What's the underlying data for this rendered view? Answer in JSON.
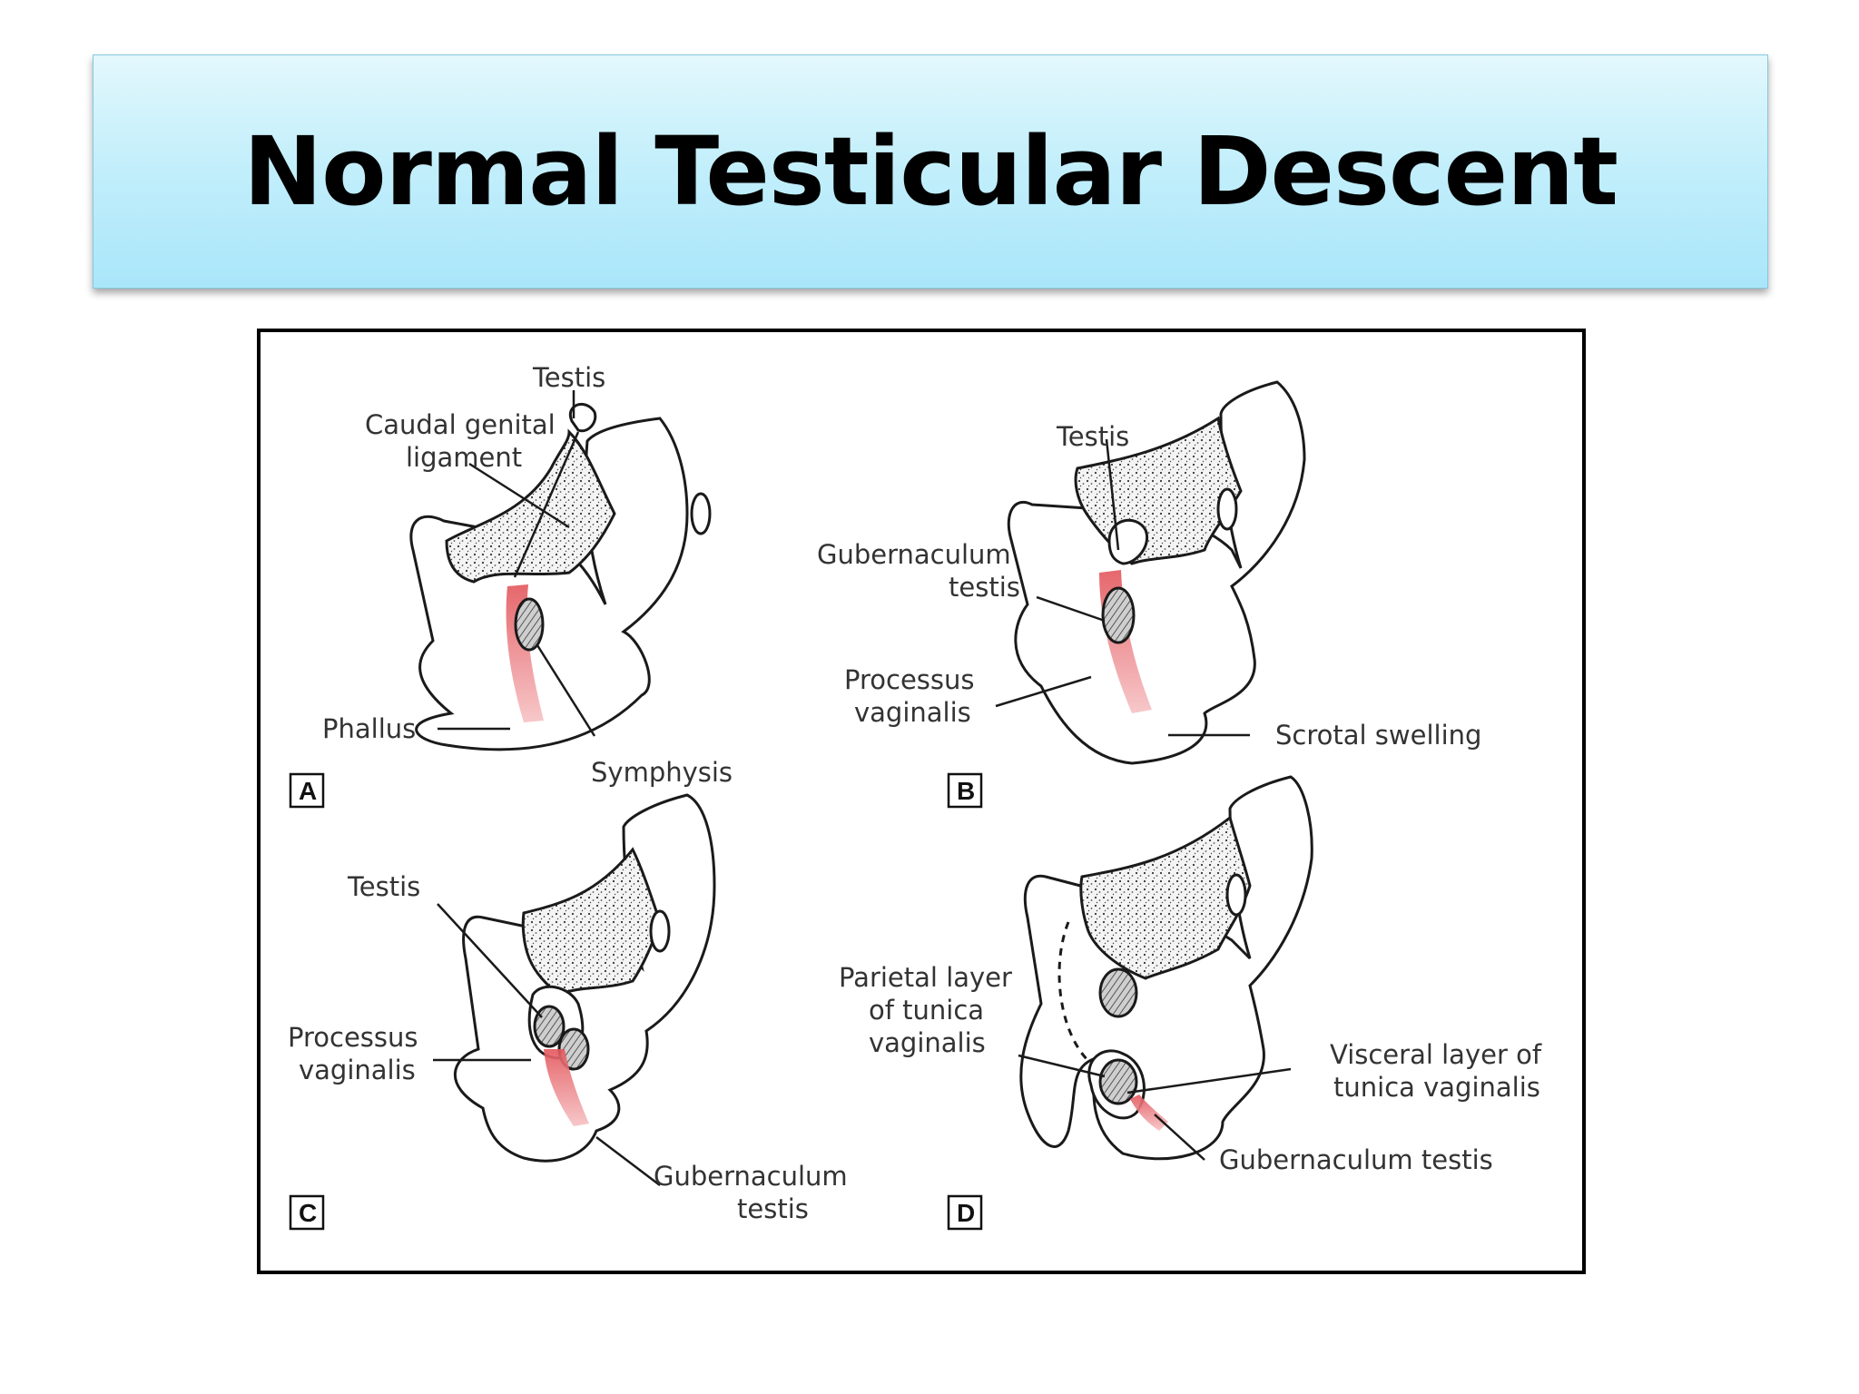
{
  "slide": {
    "title": "Normal Testicular Descent"
  },
  "figure": {
    "panel_a": {
      "letter": "A",
      "labels": {
        "testis": "Testis",
        "caudal_1": "Caudal genital",
        "caudal_2": "ligament",
        "phallus": "Phallus",
        "symphysis": "Symphysis"
      }
    },
    "panel_b": {
      "letter": "B",
      "labels": {
        "testis": "Testis",
        "gub_1": "Gubernaculum",
        "gub_2": "testis",
        "proc_1": "Processus",
        "proc_2": "vaginalis",
        "scrotal": "Scrotal swelling"
      }
    },
    "panel_c": {
      "letter": "C",
      "labels": {
        "testis": "Testis",
        "proc_1": "Processus",
        "proc_2": "vaginalis",
        "gub_1": "Gubernaculum",
        "gub_2": "testis"
      }
    },
    "panel_d": {
      "letter": "D",
      "labels": {
        "parietal_1": "Parietal layer",
        "parietal_2": "of tunica",
        "parietal_3": "vaginalis",
        "visceral_1": "Visceral layer of",
        "visceral_2": "tunica vaginalis",
        "gub": "Gubernaculum testis"
      }
    }
  }
}
